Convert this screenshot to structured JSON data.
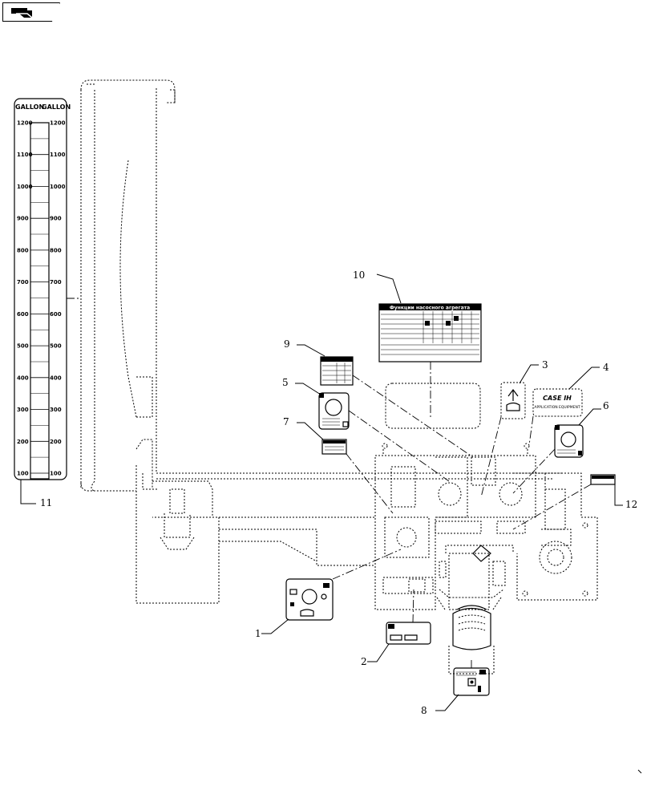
{
  "header": {
    "icon": "arrow-flag-icon"
  },
  "gauge": {
    "head_left": "GALLON",
    "head_right": "GALLON",
    "ticks": [
      "1200",
      "1100",
      "1000",
      "900",
      "800",
      "700",
      "600",
      "500",
      "400",
      "300",
      "200",
      "100"
    ],
    "callout": "11"
  },
  "callouts": {
    "c1": "1",
    "c2": "2",
    "c3": "3",
    "c4": "4",
    "c5": "5",
    "c6": "6",
    "c7": "7",
    "c8": "8",
    "c9": "9",
    "c10": "10",
    "c12": "12"
  },
  "labels": {
    "decal10_title": "Функции насосного агрегата",
    "decal4_brand": "CASE IH",
    "decal4_sub": "APPLICATION EQUIPMENT"
  }
}
